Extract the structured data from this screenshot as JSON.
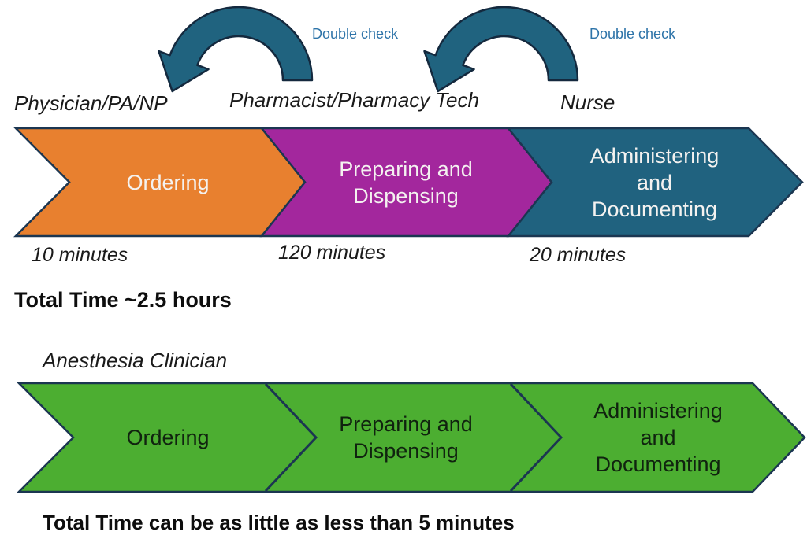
{
  "standard_process": {
    "double_checks": [
      {
        "label": "Double check"
      },
      {
        "label": "Double check"
      }
    ],
    "roles": [
      {
        "label": "Physician/PA/NP"
      },
      {
        "label": "Pharmacist/Pharmacy Tech"
      },
      {
        "label": "Nurse"
      }
    ],
    "steps": [
      {
        "label": "Ordering",
        "lines": [
          "Ordering"
        ],
        "duration": "10 minutes",
        "color": "#E8802F"
      },
      {
        "label": "Preparing and Dispensing",
        "lines": [
          "Preparing and",
          "Dispensing"
        ],
        "duration": "120 minutes",
        "color": "#A3279D"
      },
      {
        "label": "Administering and Documenting",
        "lines": [
          "Administering",
          "and",
          "Documenting"
        ],
        "duration": "20 minutes",
        "color": "#20627F"
      }
    ],
    "total_time": "Total Time ~2.5 hours"
  },
  "anesthesia_process": {
    "role": "Anesthesia Clinician",
    "steps": [
      {
        "label": "Ordering",
        "lines": [
          "Ordering"
        ]
      },
      {
        "label": "Preparing and Dispensing",
        "lines": [
          "Preparing and",
          "Dispensing"
        ]
      },
      {
        "label": "Administering and Documenting",
        "lines": [
          "Administering",
          "and",
          "Documenting"
        ]
      }
    ],
    "color": "#4CAE31",
    "total_time": "Total Time can be as little as less than 5 minutes"
  },
  "colors": {
    "ordering_orange": "#E8802F",
    "preparing_purple": "#A3279D",
    "administering_teal": "#20627F",
    "anesthesia_green": "#4CAE31",
    "outline_navy": "#1B3651",
    "double_check_text_blue": "#2E74A9",
    "arrow_fill_teal": "#20637F"
  }
}
